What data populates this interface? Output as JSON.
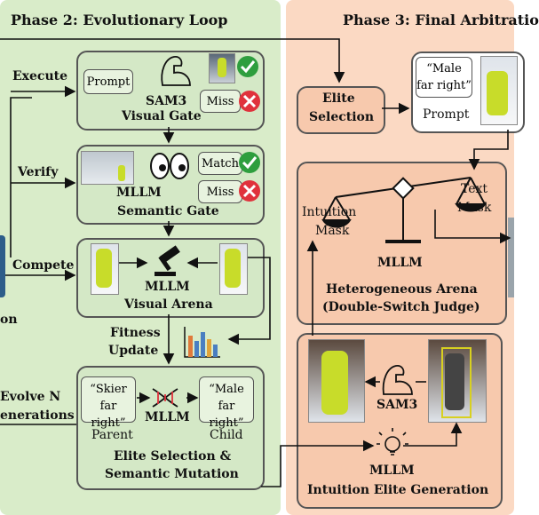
{
  "phase2": {
    "title": "Phase 2: Evolutionary Loop"
  },
  "phase3": {
    "title": "Phase 3: Final Arbitratio"
  },
  "left_labels": {
    "execute": "Execute",
    "verify": "Verify",
    "compete": "Compete",
    "edge_n": "on",
    "evolve": "Evolve N",
    "generations": "enerations"
  },
  "visual_gate": {
    "prompt": "Prompt",
    "model": "SAM3",
    "name": "Visual Gate",
    "miss": "Miss"
  },
  "semantic_gate": {
    "model": "MLLM",
    "name": "Semantic Gate",
    "match": "Match",
    "miss": "Miss"
  },
  "visual_arena": {
    "model": "MLLM",
    "name": "Visual Arena"
  },
  "fitness": {
    "line1": "Fitness",
    "line2": "Update"
  },
  "mutation": {
    "parent_text": "“Skier far right”",
    "parent_label": "Parent",
    "model": "MLLM",
    "child_text": "“Male far right”",
    "child_label": "Child",
    "name1": "Elite Selection &",
    "name2": "Semantic Mutation"
  },
  "elite_selection": {
    "line1": "Elite",
    "line2": "Selection"
  },
  "final_prompt": {
    "text": "“Male far right”",
    "label": "Prompt"
  },
  "hetero_arena": {
    "intuition_mask1": "Intuition",
    "intuition_mask2": "Mask",
    "text_mask1": "Text",
    "text_mask2": "Mask",
    "model": "MLLM",
    "name1": "Heterogeneous Arena",
    "name2": "(Double-Switch Judge)"
  },
  "intuition": {
    "model_sam": "SAM3",
    "model": "MLLM",
    "name": "Intuition Elite Generation"
  },
  "colors": {
    "green_panel": "#d9ecc9",
    "salmon_panel": "#fbd9c3",
    "green_box": "#d4e8c6",
    "salmon_box": "#f7c9ad",
    "check": "#2e9e3e",
    "cross": "#e0323c",
    "mask": "#c8dc2a"
  }
}
